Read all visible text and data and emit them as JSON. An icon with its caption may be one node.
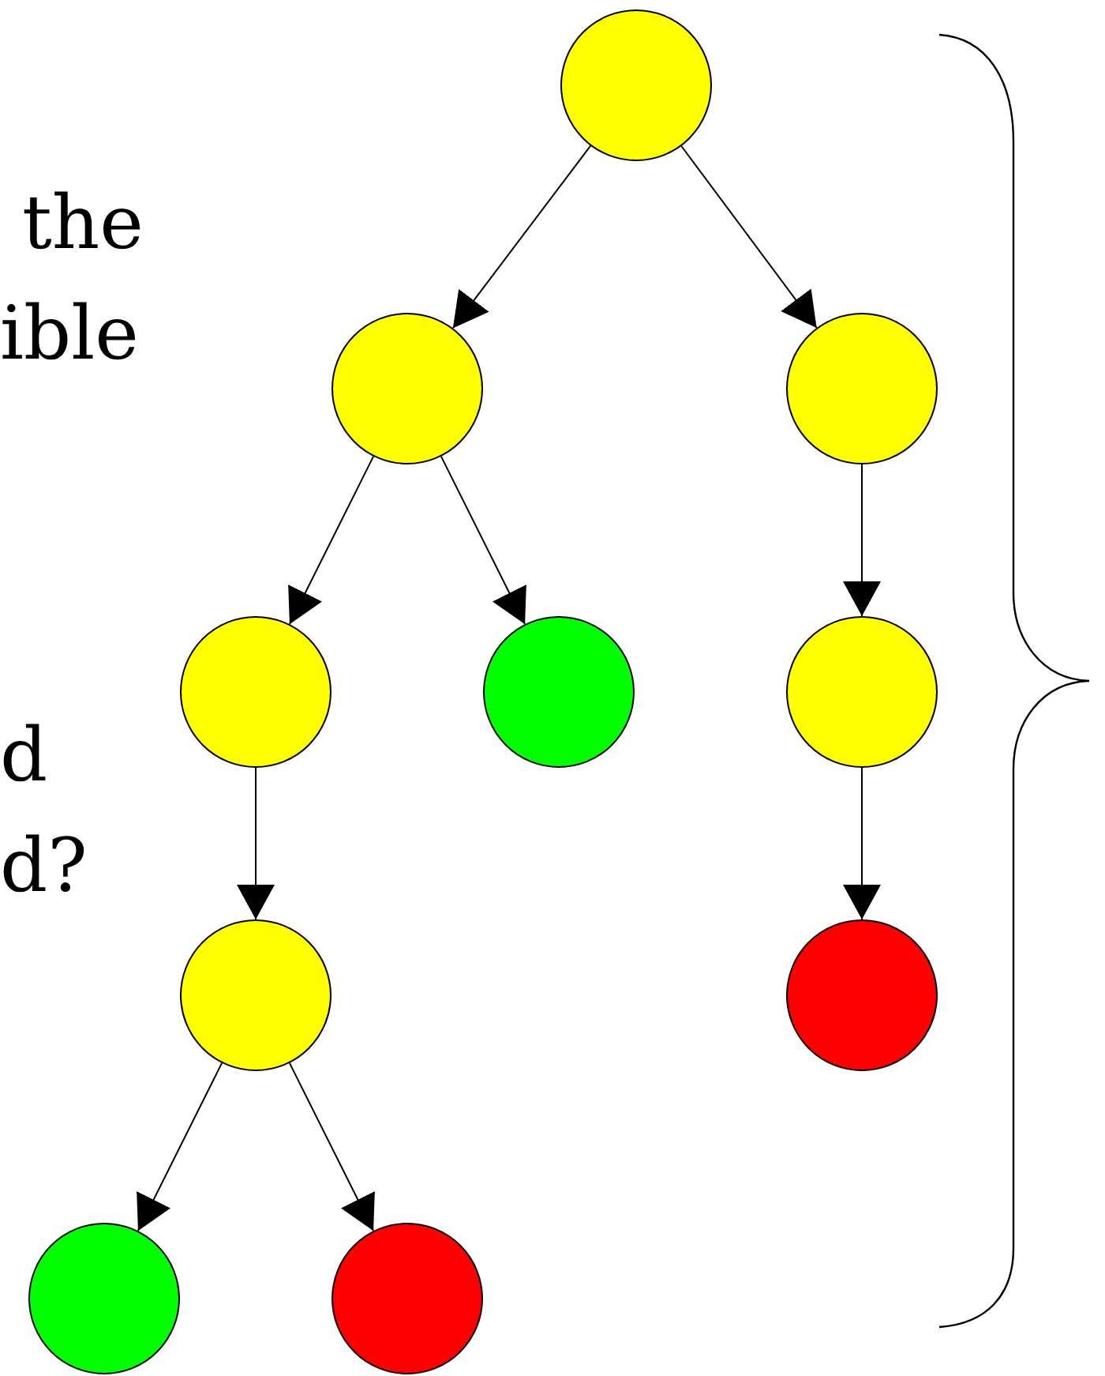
{
  "diagram": {
    "nodes": [
      {
        "text": [],
        "shape": "circle"
      },
      {
        "text": [],
        "shape": "circle"
      },
      {
        "text": [],
        "shape": "circle"
      },
      {
        "text": [],
        "shape": "circle"
      },
      {
        "text": [],
        "shape": "circle"
      },
      {
        "text": [],
        "shape": "circle"
      },
      {
        "text": [],
        "shape": "circle"
      },
      {
        "text": [],
        "shape": "circle"
      },
      {
        "text": [],
        "shape": "circle"
      },
      {
        "text": [],
        "shape": "circle"
      }
    ],
    "edges": [
      {
        "from": 0,
        "to": 1,
        "arrow": "to"
      },
      {
        "from": 0,
        "to": 2,
        "arrow": "to"
      },
      {
        "from": 1,
        "to": 3,
        "arrow": "to"
      },
      {
        "from": 1,
        "to": 4,
        "arrow": "to"
      },
      {
        "from": 2,
        "to": 5,
        "arrow": "to"
      },
      {
        "from": 3,
        "to": 6,
        "arrow": "to"
      },
      {
        "from": 5,
        "to": 7,
        "arrow": "to"
      },
      {
        "from": 6,
        "to": 8,
        "arrow": "to"
      },
      {
        "from": 6,
        "to": 9,
        "arrow": "to"
      }
    ],
    "labels": [
      "the",
      "ible",
      "d",
      "d?"
    ]
  }
}
